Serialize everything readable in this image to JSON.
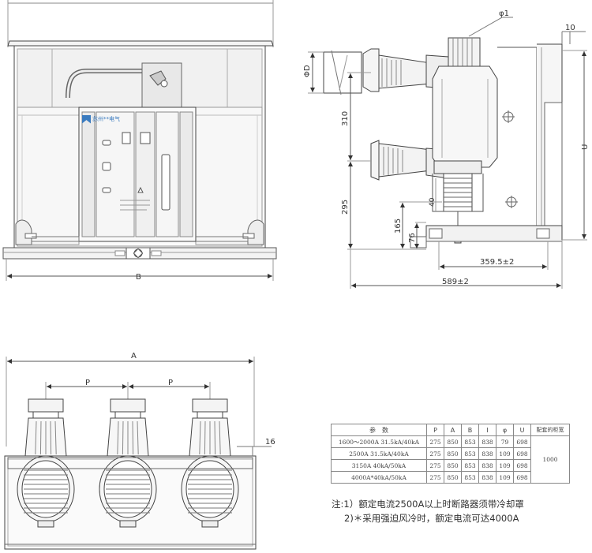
{
  "labels": {
    "B": "B",
    "A": "A",
    "P": "P",
    "U": "U",
    "D": "ΦD",
    "phi1": "φ1",
    "dim10": "10",
    "dim310": "310",
    "dim295": "295",
    "dim165": "165",
    "dim76": "76",
    "dim3595": "359.5±2",
    "dim589": "589±2",
    "dim16": "16",
    "dim40": "40",
    "brand": "苏州**电气"
  },
  "table": {
    "headers": [
      "参　数",
      "P",
      "A",
      "B",
      "I",
      "φ",
      "U",
      "配套的柜宽"
    ],
    "rows": [
      {
        "param": "1600～2000A 31.5kA/40kA",
        "P": "275",
        "A": "850",
        "B": "853",
        "I": "838",
        "phi": "79",
        "U": "698"
      },
      {
        "param": "2500A 31.5kA/40kA",
        "P": "275",
        "A": "850",
        "B": "853",
        "I": "838",
        "phi": "109",
        "U": "698"
      },
      {
        "param": "3150A 40kA/50kA",
        "P": "275",
        "A": "850",
        "B": "853",
        "I": "838",
        "phi": "109",
        "U": "698"
      },
      {
        "param": "4000A*40kA/50kA",
        "P": "275",
        "A": "850",
        "B": "853",
        "I": "838",
        "phi": "109",
        "U": "698"
      }
    ],
    "cabinet_width": "1000"
  },
  "notes": {
    "line1": "注:1）额定电流2500A以上时断路器须带冷却罩",
    "line2": "2)＊采用强迫风冷时，额定电流可达4000A"
  }
}
